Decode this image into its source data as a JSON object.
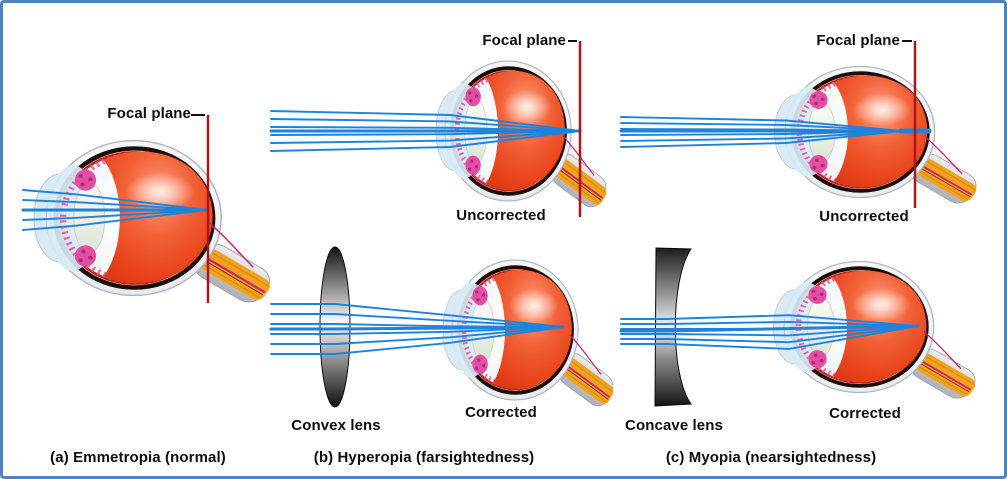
{
  "figure_type": "eye-refraction-diagram",
  "labels": {
    "focal_plane": "Focal plane",
    "uncorrected": "Uncorrected",
    "corrected": "Corrected"
  },
  "panels": [
    {
      "letter": "a",
      "caption": "(a) Emmetropia (normal)",
      "condition": "Emmetropia",
      "qualifier": "normal",
      "views": [
        "normal focus on retina"
      ]
    },
    {
      "letter": "b",
      "caption": "(b) Hyperopia (farsightedness)",
      "condition": "Hyperopia",
      "qualifier": "farsightedness",
      "lens_label": "Convex lens",
      "views": [
        "Uncorrected: focal plane behind retina",
        "Corrected with convex lens"
      ]
    },
    {
      "letter": "c",
      "caption": "(c) Myopia (nearsightedness)",
      "condition": "Myopia",
      "qualifier": "nearsightedness",
      "lens_label": "Concave lens",
      "views": [
        "Uncorrected: focal plane in front of retina",
        "Corrected with concave lens"
      ]
    }
  ],
  "colors": {
    "border": "#4f81bd",
    "background": "#ffffff",
    "ray": "#1f83dc",
    "focal_line": "#b01414",
    "label_text": "#0d0d0d",
    "sclera": "#d5dadf",
    "vitreous": "#e8431b",
    "vitreous_highlight": "#ff9f7e",
    "cornea": "#d9eaf5",
    "lens": "#eef2e9",
    "ciliary": "#e14ea2",
    "optic_nerve": "#f2a21c",
    "artery": "#c2267d"
  }
}
